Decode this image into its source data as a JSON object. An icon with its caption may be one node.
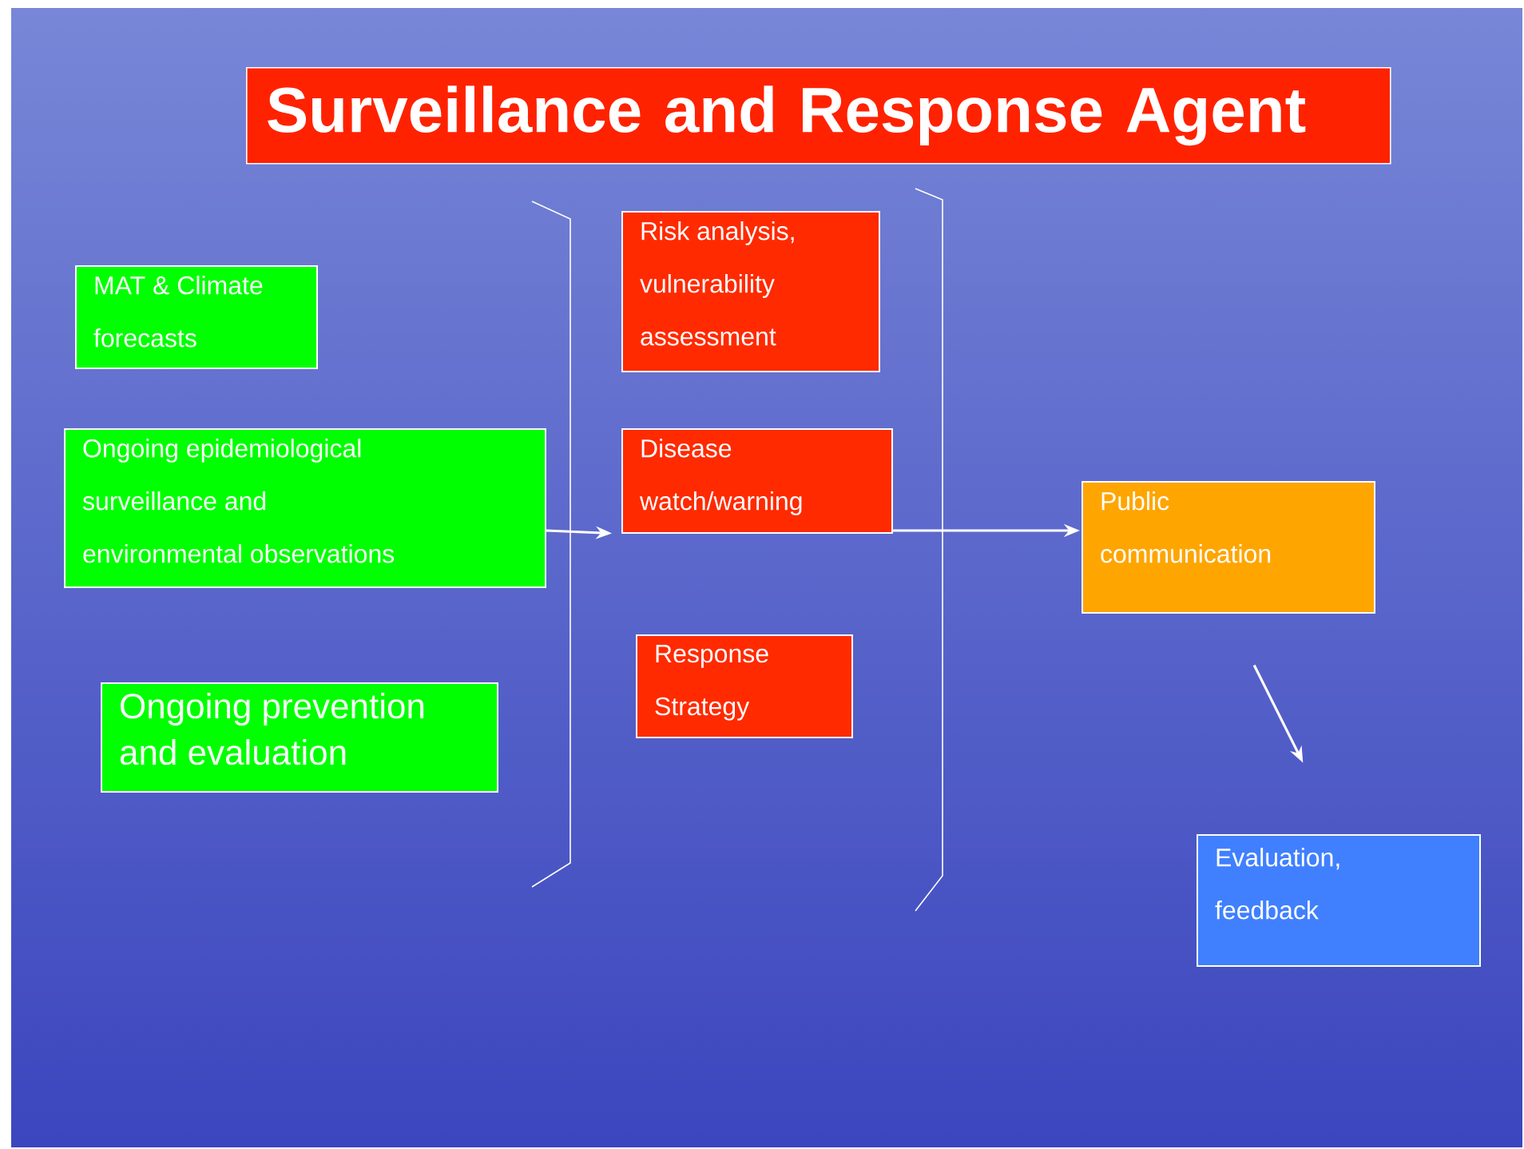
{
  "diagram": {
    "title": "Surveillance and Response Agent",
    "nodes": [
      {
        "text": [
          "MAT & Climate forecasts"
        ]
      },
      {
        "text": [
          "Ongoing epidemiological surveillance and environmental observations"
        ]
      },
      {
        "text": [
          "Ongoing prevention and evaluation"
        ]
      },
      {
        "text": [
          "Risk analysis, vulnerability assessment"
        ]
      },
      {
        "text": [
          "Disease watch/warning"
        ]
      },
      {
        "text": [
          "Response Strategy"
        ]
      },
      {
        "text": [
          "Public communication"
        ]
      },
      {
        "text": [
          "Evaluation, feedback"
        ]
      }
    ],
    "edges": [
      {
        "from": 1,
        "to": 4,
        "arrow": "to"
      },
      {
        "from": 4,
        "to": 6,
        "arrow": "to"
      },
      {
        "from": 6,
        "to": 7,
        "arrow": "to"
      }
    ]
  }
}
